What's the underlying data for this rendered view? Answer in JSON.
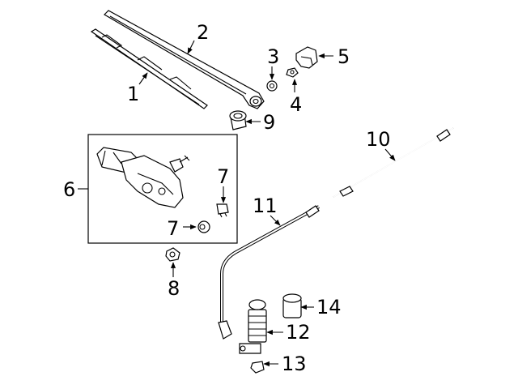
{
  "callouts": {
    "c1": "1",
    "c2": "2",
    "c3": "3",
    "c4": "4",
    "c5": "5",
    "c6": "6",
    "c7a": "7",
    "c7b": "7",
    "c8": "8",
    "c9": "9",
    "c10": "10",
    "c11": "11",
    "c12": "12",
    "c13": "13",
    "c14": "14"
  }
}
